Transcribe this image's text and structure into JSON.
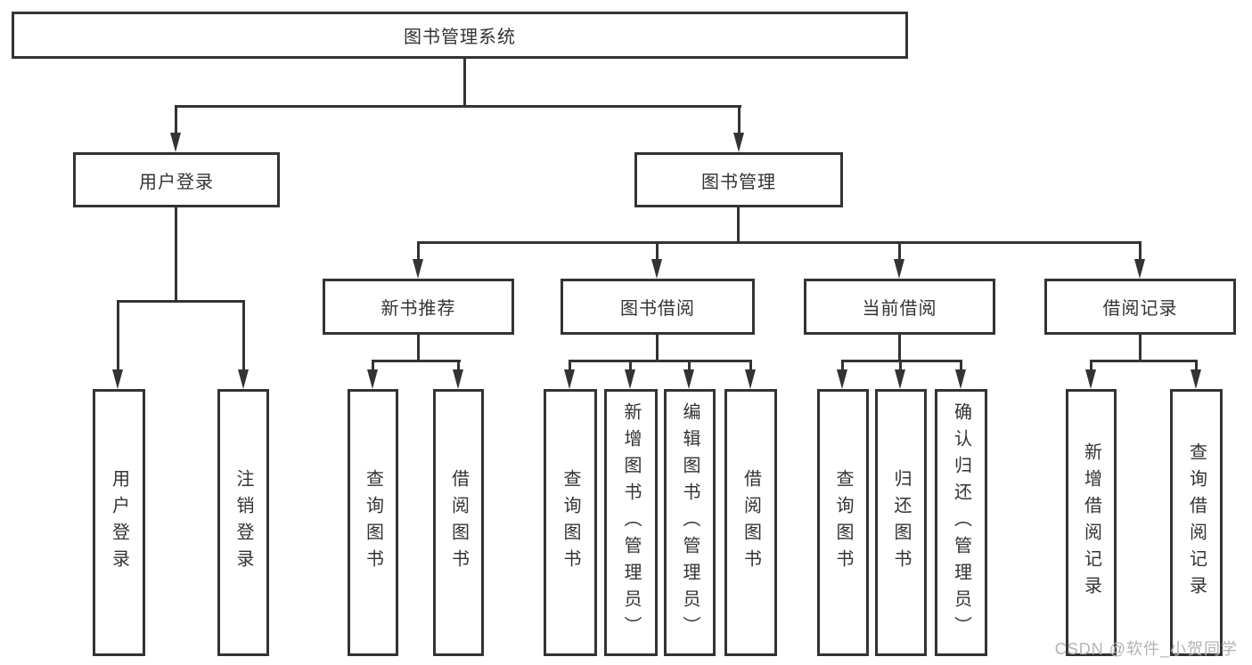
{
  "diagram": {
    "title": "图书管理系统",
    "root": {
      "label": "图书管理系统"
    },
    "level2": [
      {
        "label": "用户登录"
      },
      {
        "label": "图书管理"
      }
    ],
    "level3": [
      {
        "label": "新书推荐",
        "parent": "图书管理"
      },
      {
        "label": "图书借阅",
        "parent": "图书管理"
      },
      {
        "label": "当前借阅",
        "parent": "图书管理"
      },
      {
        "label": "借阅记录",
        "parent": "图书管理"
      }
    ],
    "leaves": [
      {
        "label": "用户登录",
        "parent": "用户登录"
      },
      {
        "label": "注销登录",
        "parent": "用户登录"
      },
      {
        "label": "查询图书",
        "parent": "新书推荐"
      },
      {
        "label": "借阅图书",
        "parent": "新书推荐"
      },
      {
        "label": "查询图书",
        "parent": "图书借阅"
      },
      {
        "label": "新增图书（管理员）",
        "parent": "图书借阅"
      },
      {
        "label": "编辑图书（管理员）",
        "parent": "图书借阅"
      },
      {
        "label": "借阅图书",
        "parent": "图书借阅"
      },
      {
        "label": "查询图书",
        "parent": "当前借阅"
      },
      {
        "label": "归还图书",
        "parent": "当前借阅"
      },
      {
        "label": "确认归还（管理员）",
        "parent": "当前借阅"
      },
      {
        "label": "新增借阅记录",
        "parent": "借阅记录"
      },
      {
        "label": "查询借阅记录",
        "parent": "借阅记录"
      }
    ]
  },
  "watermark": {
    "text": "CSDN @软件_小贺同学"
  },
  "colors": {
    "line": "#333333",
    "text": "#333333",
    "background": "#ffffff",
    "watermark": "#b3b3b3"
  }
}
